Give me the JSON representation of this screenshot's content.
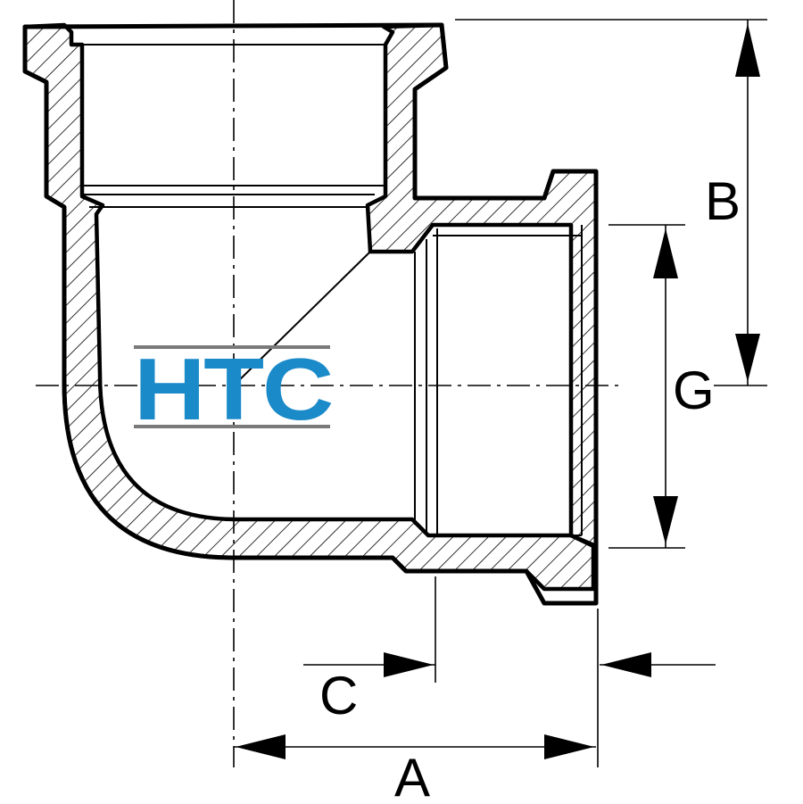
{
  "logo": {
    "text": "HTC",
    "color": "#1b8ac9",
    "rule_color": "#7a7a7a"
  },
  "dimensions": {
    "a_label": "A",
    "b_label": "B",
    "c_label": "C",
    "g_label": "G"
  }
}
